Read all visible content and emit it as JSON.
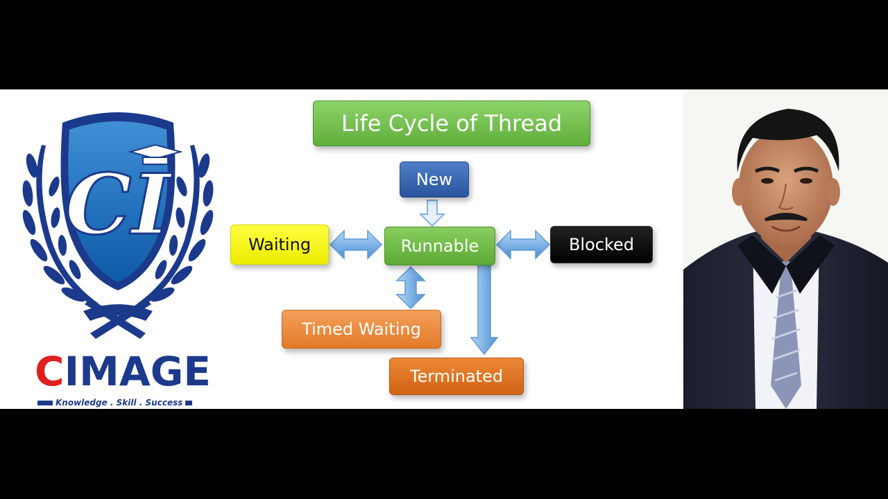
{
  "diagram": {
    "title": "Life Cycle of Thread",
    "states": {
      "new": "New",
      "runnable": "Runnable",
      "waiting": "Waiting",
      "blocked": "Blocked",
      "timed_waiting": "Timed Waiting",
      "terminated": "Terminated"
    },
    "edges": [
      {
        "from": "new",
        "to": "runnable",
        "direction": "one-way"
      },
      {
        "from": "runnable",
        "to": "waiting",
        "direction": "two-way"
      },
      {
        "from": "runnable",
        "to": "blocked",
        "direction": "two-way"
      },
      {
        "from": "runnable",
        "to": "timed_waiting",
        "direction": "two-way"
      },
      {
        "from": "runnable",
        "to": "terminated",
        "direction": "one-way"
      }
    ]
  },
  "logo": {
    "brand_prefix": "C",
    "brand_rest": "IMAGE",
    "tagline": "Knowledge . Skill . Success",
    "colors": {
      "primary": "#1c3a8c",
      "accent": "#e02020"
    }
  },
  "portrait": {
    "subject": "presenter-photo"
  },
  "colors": {
    "title": "#6cbd45",
    "new": "#3a6bb5",
    "runnable": "#6fbc45",
    "waiting": "#ffff00",
    "blocked": "#000000",
    "timed_waiting": "#ee8c3e",
    "terminated": "#dc6f1c",
    "arrows": "#7fb3e6"
  }
}
